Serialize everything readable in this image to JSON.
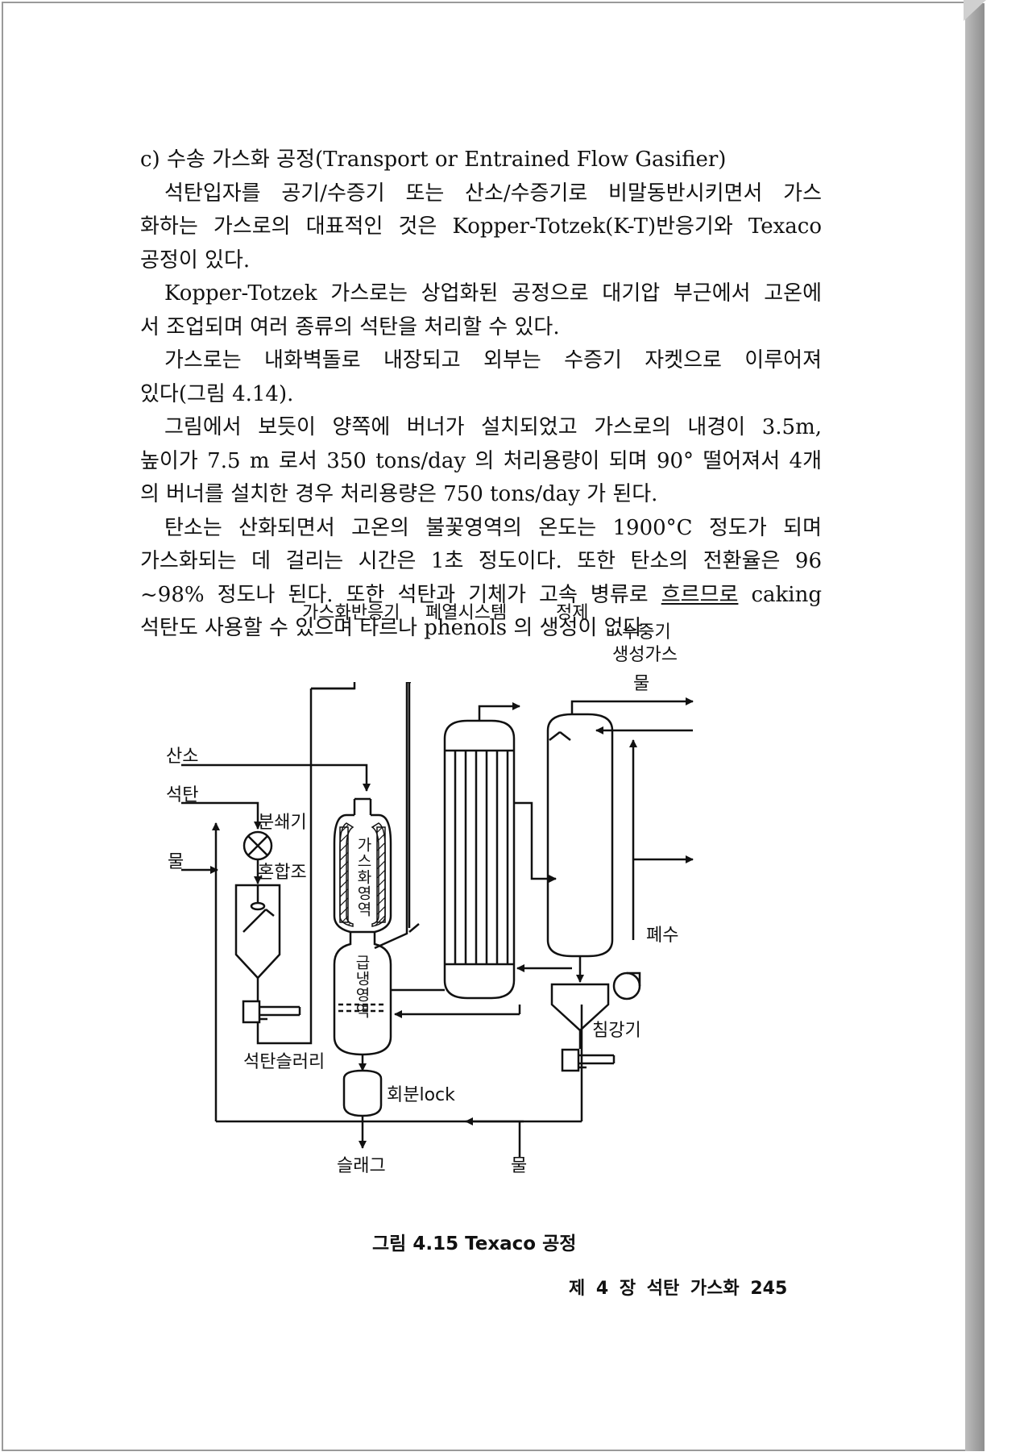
{
  "text": {
    "heading": "c) 수송 가스화 공정(Transport or Entrained Flow Gasifier)",
    "p1": [
      "석탄입자를 공기/수증기 또는 산소/수증기로 비말동반시키면서 가스",
      "화하는 가스로의 대표적인 것은 Kopper-Totzek(K-T)반응기와 Texaco",
      "공정이 있다."
    ],
    "p2": [
      "Kopper-Totzek 가스로는 상업화된 공정으로 대기압 부근에서 고온에",
      "서 조업되며 여러 종류의 석탄을 처리할 수 있다."
    ],
    "p3": [
      "가스로는 내화벽돌로 내장되고 외부는 수증기 자켓으로 이루어져",
      "있다(그림 4.14)."
    ],
    "p4": [
      "그림에서 보듯이 양쪽에 버너가 설치되었고 가스로의 내경이 3.5m,",
      "높이가 7.5 m 로서 350 tons/day 의 처리용량이 되며 90° 떨어져서 4개",
      "의 버너를 설치한 경우 처리용량은 750 tons/day 가 된다."
    ],
    "p5": [
      "탄소는 산화되면서 고온의 불꽃영역의 온도는 1900°C 정도가 되며",
      "가스화되는 데 걸리는 시간은 1초 정도이다. 또한 탄소의 전환율은 96",
      "~98% 정도나 된다. 또한 석탄과 기체가 고속 병류로",
      "흐르므로",
      "caking",
      "석탄도 사용할 수 있으며 타르나 phenols 의 생성이 없다."
    ]
  },
  "figure": {
    "section_labels": {
      "reactor": "가스화반응기",
      "waste_heat": "폐열시스템",
      "purification": "정제"
    },
    "stream_labels": {
      "oxygen": "산소",
      "coal": "석탄",
      "water_in": "물",
      "crusher": "분쇄기",
      "mixing_tank": "혼합조",
      "coal_slurry": "석탄슬러리",
      "gasification_zone": "가스화영역",
      "quench_zone": "급냉영역",
      "ash_lock": "회분lock",
      "slag": "슬래그",
      "water_bottom": "물",
      "steam_out": "수증기",
      "product_gas": "생성가스",
      "water_top": "물",
      "waste_water": "폐수",
      "settler": "침강기"
    },
    "caption": "그림 4.15 Texaco 공정"
  },
  "footer": {
    "chapter": "제 4 장",
    "title": "석탄 가스화",
    "page_number": "245"
  }
}
